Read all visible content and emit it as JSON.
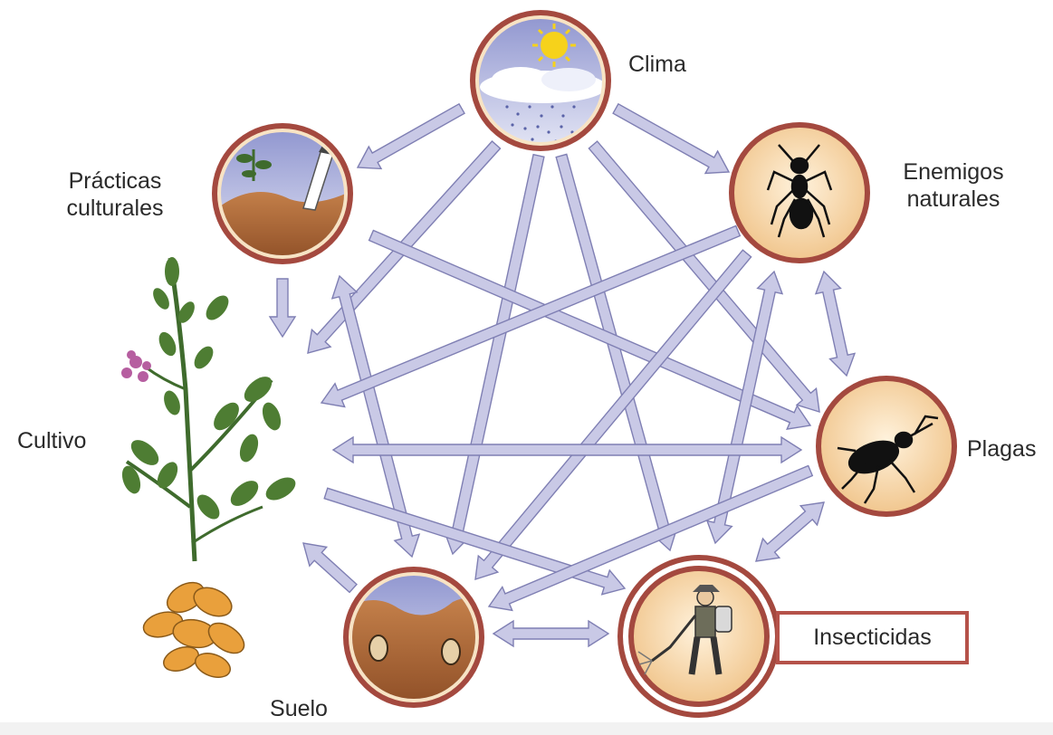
{
  "nodes": {
    "clima": {
      "label": "Clima"
    },
    "practicas": {
      "label_line1": "Prácticas",
      "label_line2": "culturales"
    },
    "enemigos": {
      "label_line1": "Enemigos",
      "label_line2": "naturales"
    },
    "cultivo": {
      "label": "Cultivo"
    },
    "plagas": {
      "label": "Plagas"
    },
    "suelo": {
      "label_line1": "Suelo",
      "label_line2": "…"
    },
    "insecticidas": {
      "label": "Insecticidas"
    }
  },
  "colors": {
    "arrow_fill": "#c9c9e6",
    "arrow_stroke": "#7f7fb3",
    "circle_ring": "#a4493f",
    "circle_fill": "#f7d9a8",
    "sky": "#b9bde0",
    "soil": "#b06a3a",
    "sun": "#f6d21b",
    "plant_green": "#3f6b2d",
    "root_orange": "#e9a03c",
    "flower": "#b65ea0"
  },
  "icons": {
    "clima": "sun-cloud-rain-icon",
    "practicas": "plant-and-hand-icon",
    "enemigos": "ant-icon",
    "plagas": "weevil-beetle-icon",
    "suelo": "soil-with-larvae-icon",
    "insecticidas": "farmer-spraying-icon",
    "cultivo": "potato-plant-icon"
  }
}
